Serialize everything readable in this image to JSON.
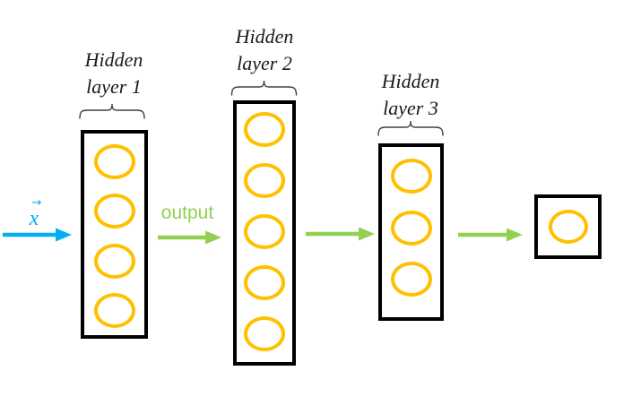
{
  "diagram": {
    "input": {
      "label": "x",
      "has_vector_arrow": true
    },
    "layers": [
      {
        "name": "Hidden layer 1",
        "line1": "Hidden",
        "line2": "layer 1",
        "neurons": 4
      },
      {
        "name": "Hidden layer 2",
        "line1": "Hidden",
        "line2": "layer 2",
        "neurons": 5
      },
      {
        "name": "Hidden layer 3",
        "line1": "Hidden",
        "line2": "layer 3",
        "neurons": 3
      }
    ],
    "output_box": {
      "neurons": 1
    },
    "arrows": [
      {
        "name": "input-arrow",
        "label": "",
        "color": "#00B0F0"
      },
      {
        "name": "layer1-to-layer2-arrow",
        "label": "output",
        "color": "#92D050"
      },
      {
        "name": "layer2-to-layer3-arrow",
        "label": "",
        "color": "#92D050"
      },
      {
        "name": "layer3-to-output-arrow",
        "label": "",
        "color": "#92D050"
      }
    ],
    "colors": {
      "neuron_stroke": "#FFC000",
      "box_border": "#000000",
      "input_arrow": "#00B0F0",
      "flow_arrow": "#92D050",
      "label_text": "#1a1a1a",
      "brace": "#404040"
    }
  }
}
